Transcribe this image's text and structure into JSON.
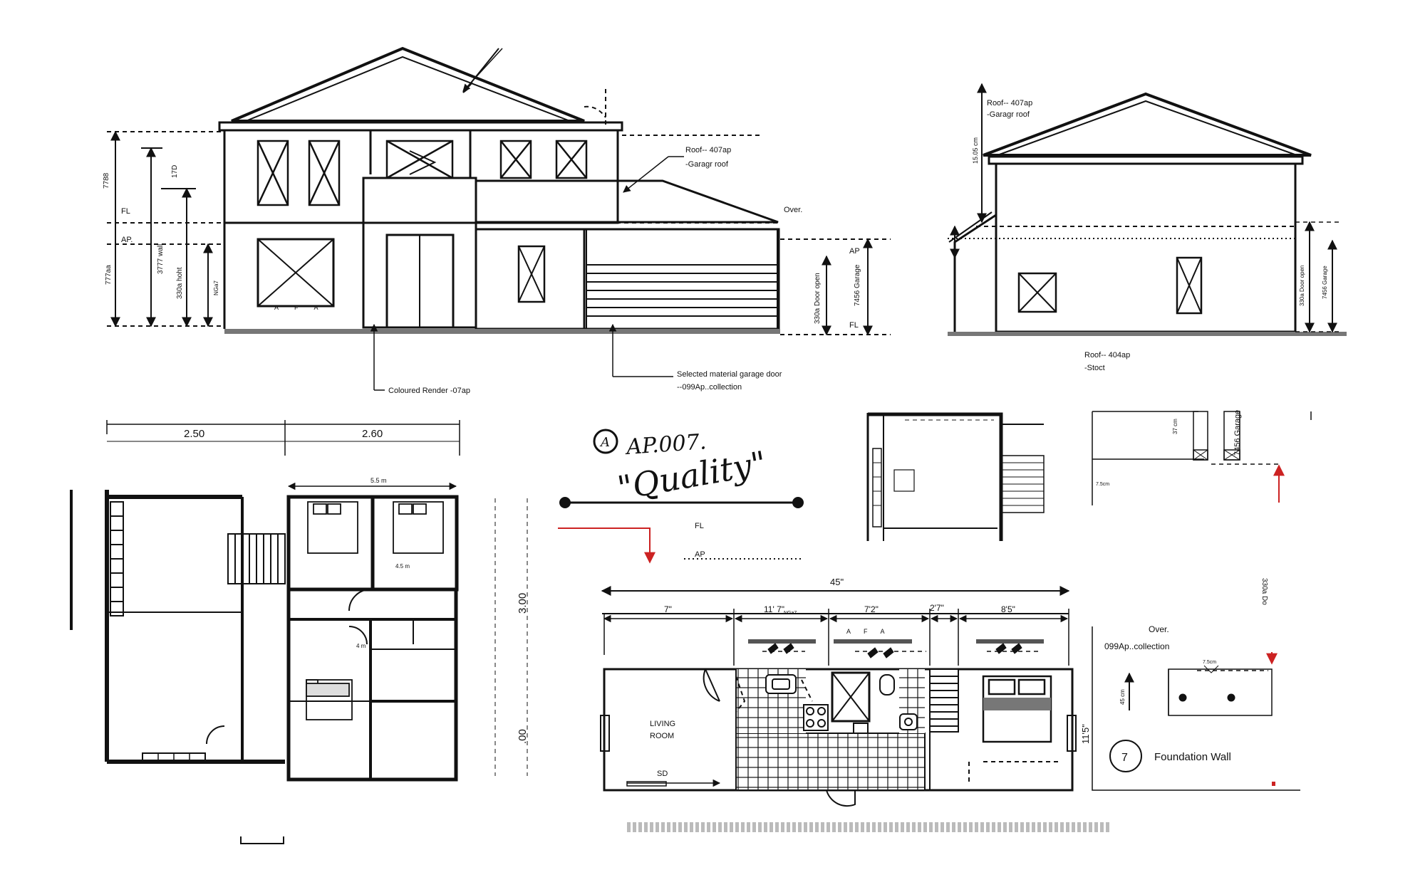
{
  "front_elevation": {
    "lbl_fl": "FL",
    "lbl_ap": "AP.",
    "dim_7788": "7788",
    "dim_7774": "777aa",
    "dim_3777": "3777 wall",
    "dim_17d": "17D",
    "dim_330": "330a hoht",
    "dim_ngat": "NGa7",
    "window_note": "A F A",
    "roof_note_1": "Roof-- 407ap",
    "roof_note_2": "-Garagr roof",
    "over_note": "Over.",
    "render_note": "Coloured Render -07ap",
    "garage_note_1": "Selected material garage door",
    "garage_note_2": "--099Ap..collection",
    "door_open": "330a Door open",
    "garage_dim": "7456 Garage",
    "ap_right": "AP",
    "fl_right": "FL"
  },
  "side_elevation": {
    "roof_note_1": "Roof-- 407ap",
    "roof_note_2": "-Garagr roof",
    "height_dim": "15.05 cm",
    "bottom_note_1": "Roof-- 404ap",
    "bottom_note_2": "-Stoct",
    "door_open": "330a Door open",
    "garage_dim": "7456 Garage"
  },
  "floor_plan": {
    "dim_a": "2.50",
    "dim_b": "2.60",
    "dim_c": "5.5 m",
    "dim_side_1": "3.00",
    "dim_side_2": ".00",
    "room_45": "4.5 m",
    "room_4": "4 m"
  },
  "handwritten": {
    "code": "AP.007.",
    "badge": "A",
    "word": "\"Quality\""
  },
  "level_key": {
    "fl": "FL",
    "ap": "AP"
  },
  "unit_plan": {
    "total": "45\"",
    "d1": "7\"",
    "d2": "11' 7\"",
    "d2_sub": "NGa7",
    "d3": "7'2\"",
    "d3_sub": "A F A",
    "d4": "2'7\"",
    "d5": "8'5\"",
    "side": "11'5\"",
    "living": "LIVING",
    "room": "ROOM",
    "sd": "SD"
  },
  "detail_right": {
    "garage": "7456 Garage",
    "h37": "37 cm",
    "w75": "7.5cm",
    "door_cut": "330a Do",
    "over": "Over.",
    "collection": "099Ap..collection",
    "h45": "45 cm",
    "w75b": "7.5cm",
    "detail_no": "7",
    "foundation": "Foundation Wall"
  },
  "colors": {
    "ink": "#111111",
    "accent": "#cc2222",
    "ground": "#777777"
  }
}
